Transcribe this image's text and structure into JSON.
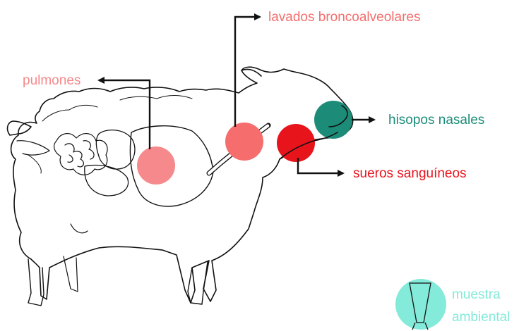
{
  "labels": {
    "bal": "lavados broncoalveolares",
    "lungs": "pulmones",
    "nasal": "hisopos nasales",
    "serum": "sueros sanguíneos",
    "env_line1": "muestra",
    "env_line2": "ambiental"
  },
  "colors": {
    "bal": "#f56d6d",
    "lungs": "#f6898b",
    "nasal": "#1c8c78",
    "serum": "#e8141c",
    "env": "#84ead9",
    "outline": "#111111"
  },
  "icons": {
    "animal": "sheep-anatomy-outline",
    "env_sample": "sample-tube-icon",
    "arrows": "arrow-right-icon"
  }
}
